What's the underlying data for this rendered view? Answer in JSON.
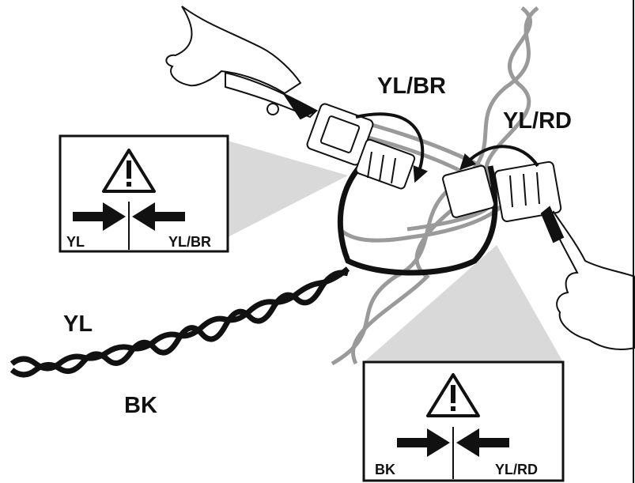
{
  "labels": {
    "top_connector": "YL/BR",
    "right_connector": "YL/RD",
    "wire_yellow": "YL",
    "wire_black": "BK"
  },
  "callout_left": {
    "warning_icon": "warning-triangle-icon",
    "symbol_icon": "crimp-junction-icon",
    "left_label": "YL",
    "right_label": "YL/BR"
  },
  "callout_right": {
    "warning_icon": "warning-triangle-icon",
    "symbol_icon": "crimp-junction-icon",
    "left_label": "BK",
    "right_label": "YL/RD"
  },
  "colors": {
    "line": "#111111",
    "grey_wire": "#9a9a9a",
    "callout_fill": "#d9d9d9"
  }
}
